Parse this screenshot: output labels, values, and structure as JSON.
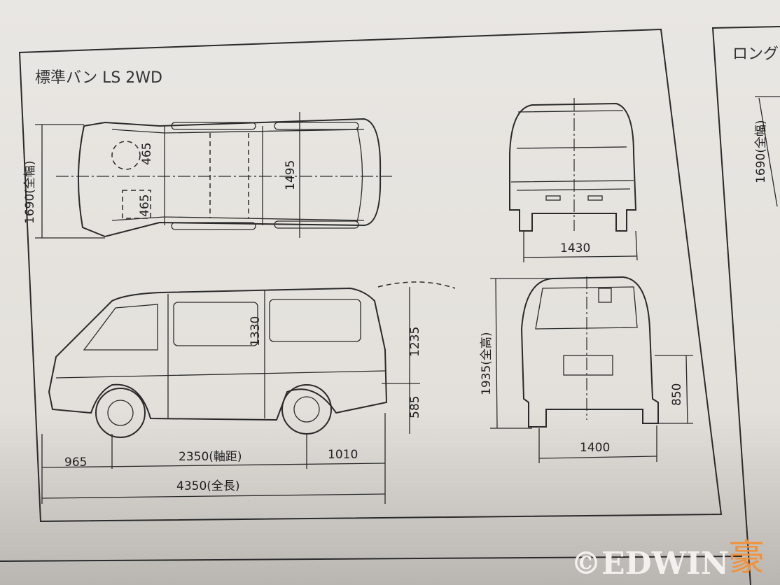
{
  "title": "標準バン LS 2WD",
  "next_panel_title": "ロング",
  "top_view": {
    "overall_width": "1690(全幅)",
    "seat_width_front": "465",
    "seat_width_rear": "465",
    "interior_width": "1495"
  },
  "front_view": {
    "front_tread": "1430"
  },
  "side_view": {
    "interior_height": "1330",
    "floor_to_roof": "1235",
    "floor_height": "585",
    "front_overhang": "965",
    "wheelbase": "2350(軸距)",
    "rear_overhang": "1010",
    "overall_length": "4350(全長)"
  },
  "rear_view": {
    "overall_height": "1935(全高)",
    "rear_step_height": "850",
    "rear_tread": "1400"
  },
  "next_panel": {
    "overall_width": "1690(全幅)"
  },
  "watermark": {
    "text": "©EDWIN",
    "mark": "豪",
    "mark_color": "#f0923a"
  }
}
